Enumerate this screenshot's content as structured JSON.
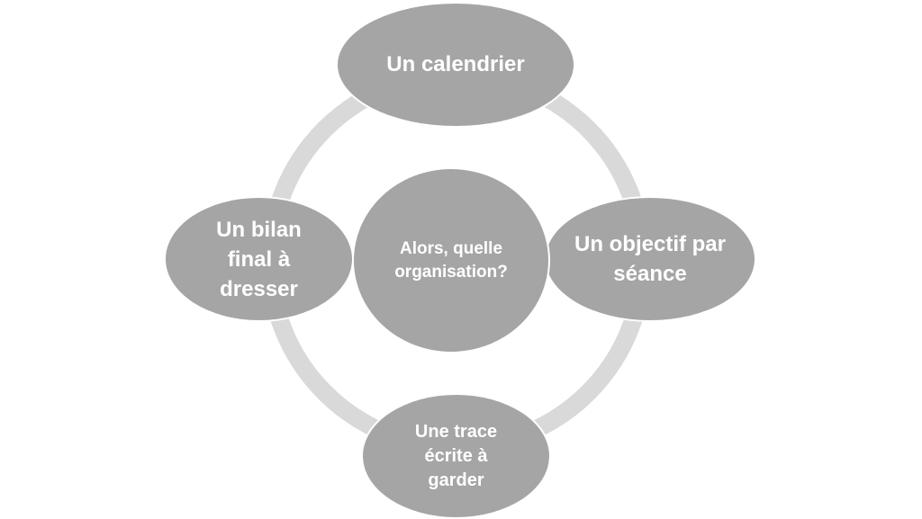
{
  "diagram": {
    "center": {
      "label": "Alors, quelle organisation?"
    },
    "nodes": [
      {
        "id": "top",
        "label": "Un calendrier"
      },
      {
        "id": "right",
        "label": "Un objectif par séance"
      },
      {
        "id": "bottom",
        "label": "Une trace écrite à garder"
      },
      {
        "id": "left",
        "label": "Un bilan final à dresser"
      }
    ]
  },
  "colors": {
    "node_fill": "#a5a5a5",
    "ring": "#d9d9d9",
    "text": "#ffffff",
    "background": "#ffffff"
  }
}
